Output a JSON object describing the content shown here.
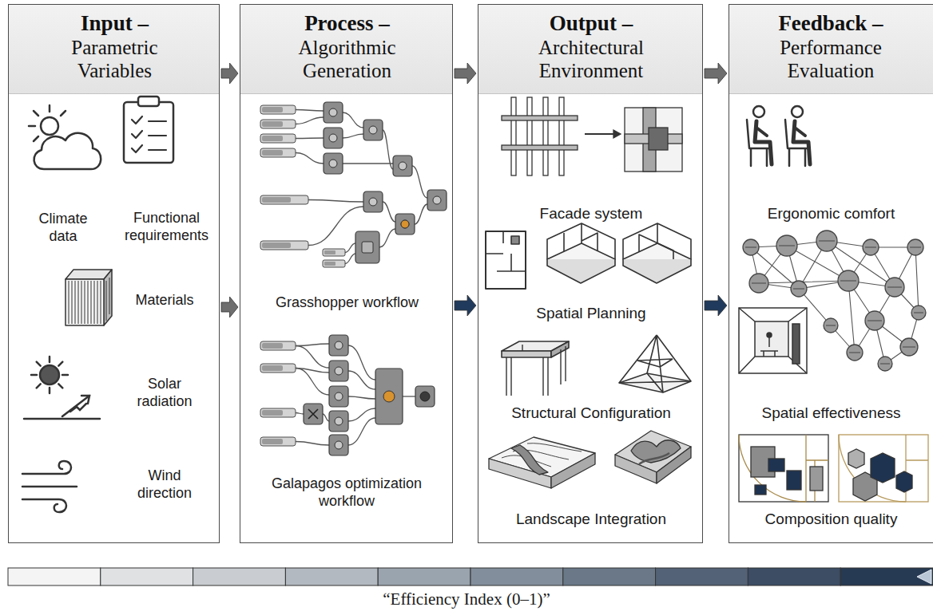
{
  "diagram": {
    "nodes": [
      {
        "text": [
          "Input –",
          "Parametric Variables",
          "Climate data",
          "Functional requirements",
          "Materials",
          "Solar radiation",
          "Wind direction"
        ]
      },
      {
        "text": [
          "Process –",
          "Algorithmic Generation",
          "Grasshopper workflow",
          "Galapagos optimization workflow"
        ]
      },
      {
        "text": [
          "Output –",
          "Architectural Environment",
          "Facade system",
          "Spatial Planning",
          "Structural Configuration",
          "Landscape Integration"
        ]
      },
      {
        "text": [
          "Feedback –",
          "Performance Evaluation",
          "Ergonomic comfort",
          "Spatial effectiveness",
          "Composition quality"
        ]
      }
    ],
    "edges": [
      {
        "from": 0,
        "to": 1,
        "arrow": "to"
      },
      {
        "from": 0,
        "to": 1,
        "arrow": "to"
      },
      {
        "from": 1,
        "to": 2,
        "arrow": "to"
      },
      {
        "from": 1,
        "to": 2,
        "arrow": "to"
      },
      {
        "from": 2,
        "to": 3,
        "arrow": "to"
      },
      {
        "from": 2,
        "to": 3,
        "arrow": "to"
      }
    ],
    "labels": [
      "“Efficiency Index (0–1)”"
    ]
  }
}
